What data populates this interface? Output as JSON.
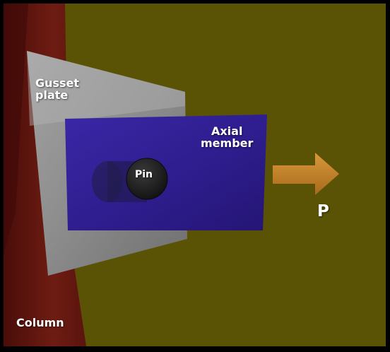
{
  "labels": {
    "gusset_plate_line1": "Gusset",
    "gusset_plate_line2": "plate",
    "axial_member_line1": "Axial",
    "axial_member_line2": "member",
    "pin": "Pin",
    "column": "Column",
    "load": "P"
  },
  "colors": {
    "background": "#5a5306",
    "border": "#000000",
    "column": "#6a1a10",
    "gusset_plate": "#8a8a8a",
    "axial_member": "#2e1d8c",
    "pin": "#1c1c1c",
    "arrow": "#c8862a",
    "text": "#ffffff"
  }
}
